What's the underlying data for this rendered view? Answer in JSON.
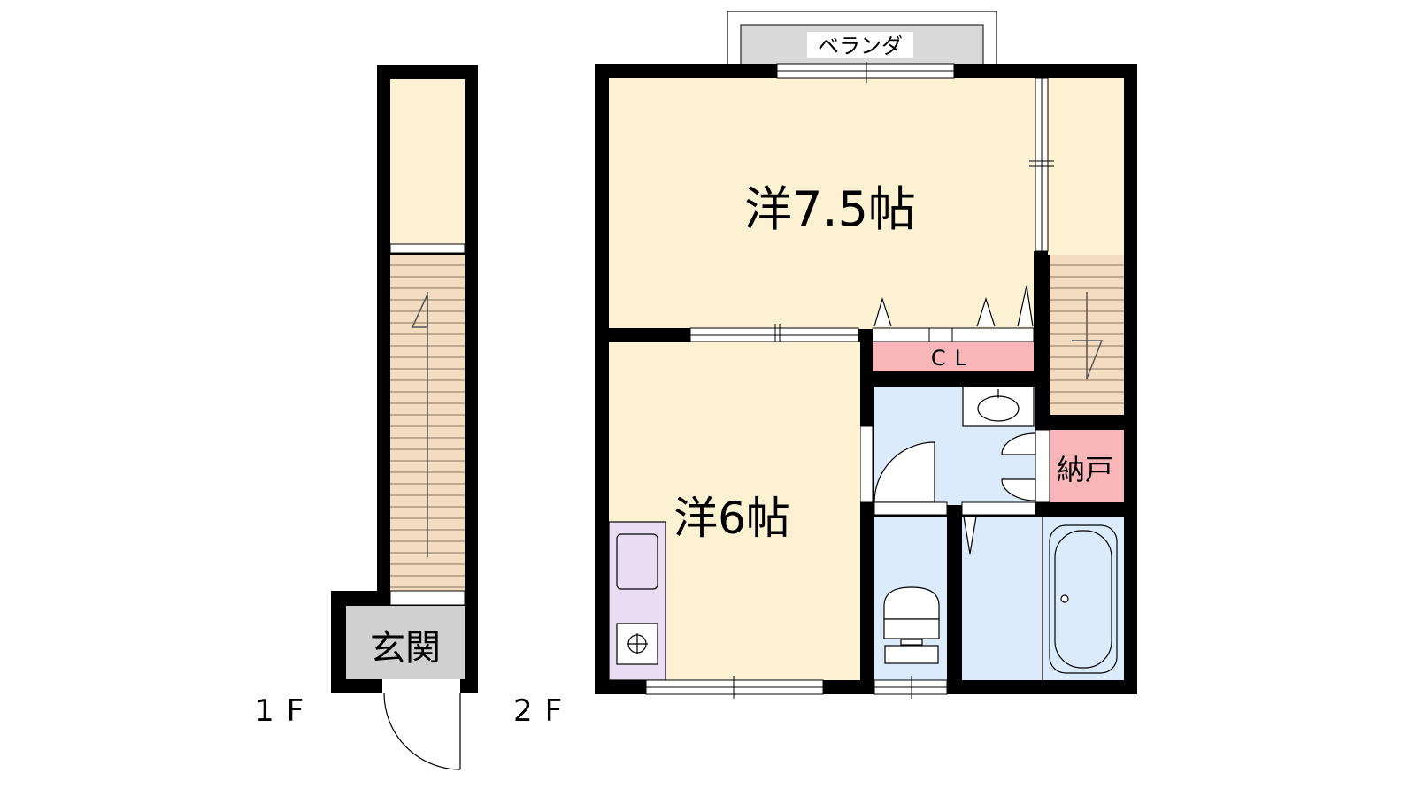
{
  "floor_labels": {
    "first": "1F",
    "second": "2F"
  },
  "rooms": {
    "veranda": "ベランダ",
    "western_large": "洋7.5帖",
    "western_small": "洋6帖",
    "closet": "CL",
    "storage": "納戸",
    "entrance": "玄関"
  },
  "colors": {
    "wall": "#000000",
    "room_floor": "#fdf1d3",
    "stairs": "#f3dcc0",
    "wet_area": "#dcebfb",
    "closet_storage": "#f8b6b8",
    "kitchen": "#e9dcf3",
    "entrance_floor": "#d0d0d0",
    "veranda_floor": "#d9d9d9"
  }
}
